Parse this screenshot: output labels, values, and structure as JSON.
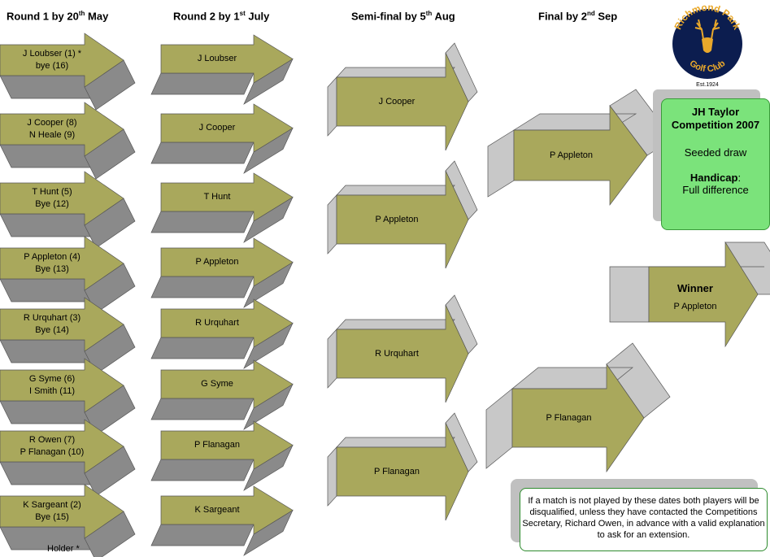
{
  "headers": {
    "round1": {
      "text": "Round 1 by 20",
      "sup": "th",
      "tail": " May"
    },
    "round2": {
      "text": "Round 2 by 1",
      "sup": "st",
      "tail": " July"
    },
    "semi": {
      "text": "Semi-final by 5",
      "sup": "th",
      "tail": " Aug"
    },
    "final": {
      "text": "Final by 2",
      "sup": "nd",
      "tail": " Sep"
    }
  },
  "round1": [
    {
      "line1": "J Loubser (1) *",
      "line2": "bye (16)"
    },
    {
      "line1": "J Cooper (8)",
      "line2": "N Heale (9)"
    },
    {
      "line1": "T Hunt (5)",
      "line2": "Bye (12)"
    },
    {
      "line1": "P Appleton (4)",
      "line2": "Bye (13)"
    },
    {
      "line1": "R Urquhart (3)",
      "line2": "Bye (14)"
    },
    {
      "line1": "G Syme (6)",
      "line2": "I Smith (11)"
    },
    {
      "line1": "R Owen (7)",
      "line2": "P Flanagan (10)"
    },
    {
      "line1": "K Sargeant (2)",
      "line2": "Bye (15)"
    }
  ],
  "round2": [
    "J Loubser",
    "J Cooper",
    "T Hunt",
    "P Appleton",
    "R Urquhart",
    "G Syme",
    "P Flanagan",
    "K Sargeant"
  ],
  "semi": [
    "J Cooper",
    "P Appleton",
    "R Urquhart",
    "P Flanagan"
  ],
  "final": [
    "P Appleton",
    "P Flanagan"
  ],
  "winner": {
    "title": "Winner",
    "name": "P Appleton"
  },
  "holder_note": "Holder *",
  "info": {
    "title1": "JH Taylor",
    "title2": "Competition 2007",
    "seeded": "Seeded draw",
    "handicap_label": "Handicap",
    "handicap_colon": ":",
    "handicap_value": "Full difference"
  },
  "note": "If a match is not played by these dates both players will be disqualified, unless they have contacted the Competitions Secretary, Richard Owen, in advance with a valid explanation to ask for an extension.",
  "logo": {
    "top": "Richmond Park",
    "bottom": "Golf Club",
    "est": "Est.1924"
  },
  "colors": {
    "arrow_face": "#a9a85c",
    "arrow_side": "#8a8a8a",
    "arrow_light": "#c8c8c8",
    "info_green": "#7be37b",
    "logo_navy": "#0c1d4f",
    "logo_gold": "#e9a82b"
  }
}
